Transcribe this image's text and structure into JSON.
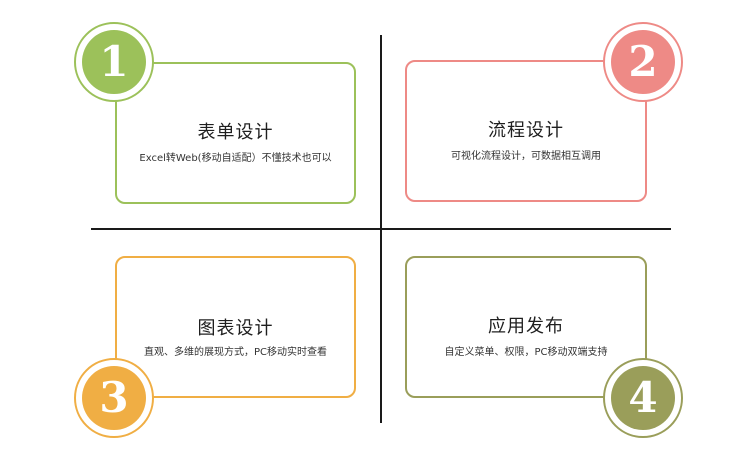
{
  "quadrants": [
    {
      "number": "1",
      "title": "表单设计",
      "subtitle": "Excel转Web(移动自适配）不懂技术也可以",
      "color": "#9cc15a"
    },
    {
      "number": "2",
      "title": "流程设计",
      "subtitle": "可视化流程设计，可数据相互调用",
      "color": "#ee8a86"
    },
    {
      "number": "3",
      "title": "图表设计",
      "subtitle": "直观、多维的展现方式，PC移动实时查看",
      "color": "#f0ae44"
    },
    {
      "number": "4",
      "title": "应用发布",
      "subtitle": "自定义菜单、权限，PC移动双端支持",
      "color": "#9a9e5a"
    }
  ]
}
